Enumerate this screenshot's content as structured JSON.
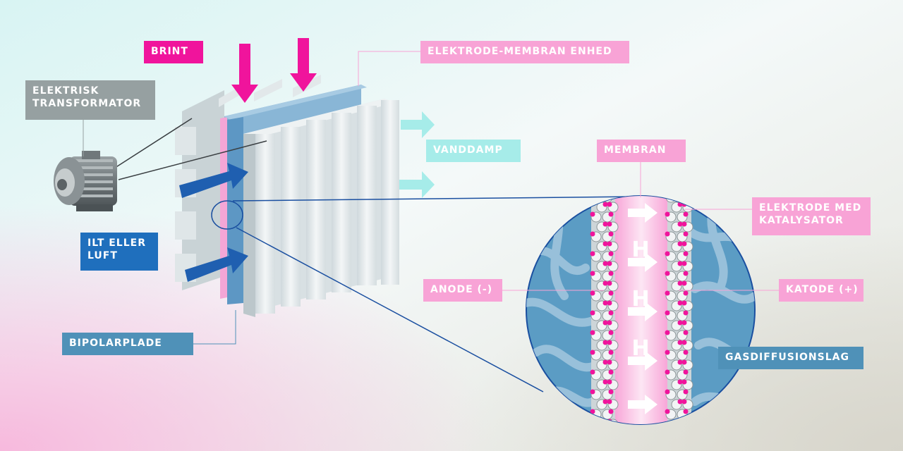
{
  "labels": {
    "brint": "BRINT",
    "elektrode_membran_enhed": "ELEKTRODE-MEMBRAN ENHED",
    "elektrisk_transformator_line1": "ELEKTRISK",
    "elektrisk_transformator_line2": "TRANSFORMATOR",
    "vanddamp": "VANDDAMP",
    "membran": "MEMBRAN",
    "ilt_eller_luft_line1": "ILT ELLER",
    "ilt_eller_luft_line2": "LUFT",
    "elektrode_med_katalysator_line1": "ELEKTRODE MED",
    "elektrode_med_katalysator_line2": "KATALYSATOR",
    "anode": "ANODE (-)",
    "katode": "KATODE (+)",
    "bipolarplade": "BIPOLARPLADE",
    "gasdiffusionslag": "GASDIFFUSIONSLAG"
  },
  "proton_symbol": "H",
  "colors": {
    "hydrogen_pink": "#f0149c",
    "label_pink_light": "#f8a3d6",
    "oxygen_blue": "#1f6fbd",
    "plate_blue": "#4f91b8",
    "water_cyan": "#a6ece9",
    "transformer_gray": "#96a0a1",
    "plate_white": "#e9eef0",
    "gas_diffusion_blue": "#5b9cc4"
  }
}
